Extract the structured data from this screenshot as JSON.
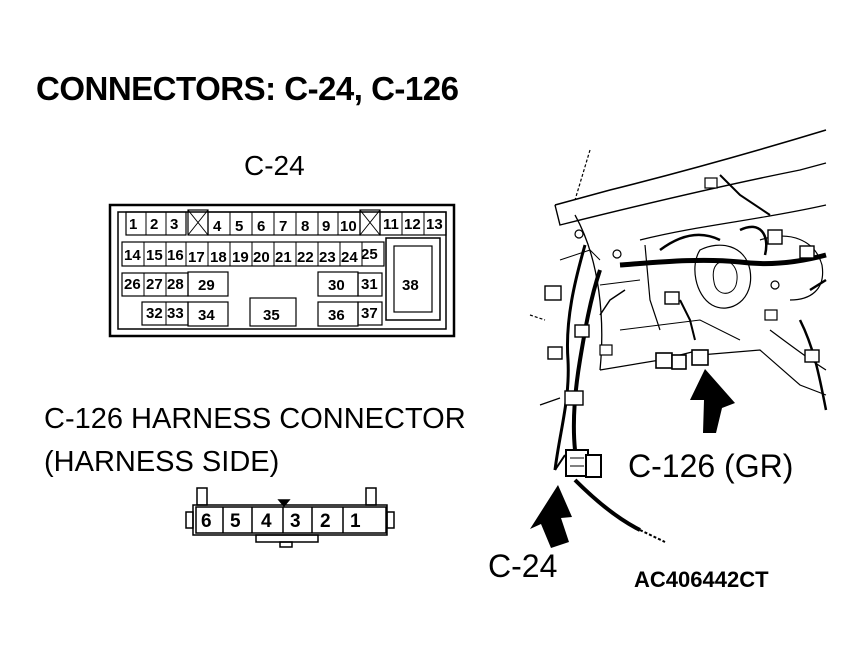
{
  "title": "CONNECTORS: C-24, C-126",
  "c24": {
    "label": "C-24",
    "pins": {
      "p1": "1",
      "p2": "2",
      "p3": "3",
      "p4": "4",
      "p5": "5",
      "p6": "6",
      "p7": "7",
      "p8": "8",
      "p9": "9",
      "p10": "10",
      "p11": "11",
      "p12": "12",
      "p13": "13",
      "p14": "14",
      "p15": "15",
      "p16": "16",
      "p17": "17",
      "p18": "18",
      "p19": "19",
      "p20": "20",
      "p21": "21",
      "p22": "22",
      "p23": "23",
      "p24": "24",
      "p25": "25",
      "p26": "26",
      "p27": "27",
      "p28": "28",
      "p29": "29",
      "p30": "30",
      "p31": "31",
      "p32": "32",
      "p33": "33",
      "p34": "34",
      "p35": "35",
      "p36": "36",
      "p37": "37",
      "p38": "38"
    }
  },
  "c126": {
    "heading_line1": "C-126 HARNESS CONNECTOR",
    "heading_line2": "(HARNESS SIDE)",
    "pins": {
      "p1": "1",
      "p2": "2",
      "p3": "3",
      "p4": "4",
      "p5": "5",
      "p6": "6"
    }
  },
  "callouts": {
    "c126": "C-126 (GR)",
    "c24": "C-24"
  },
  "figure_id": "AC406442CT"
}
